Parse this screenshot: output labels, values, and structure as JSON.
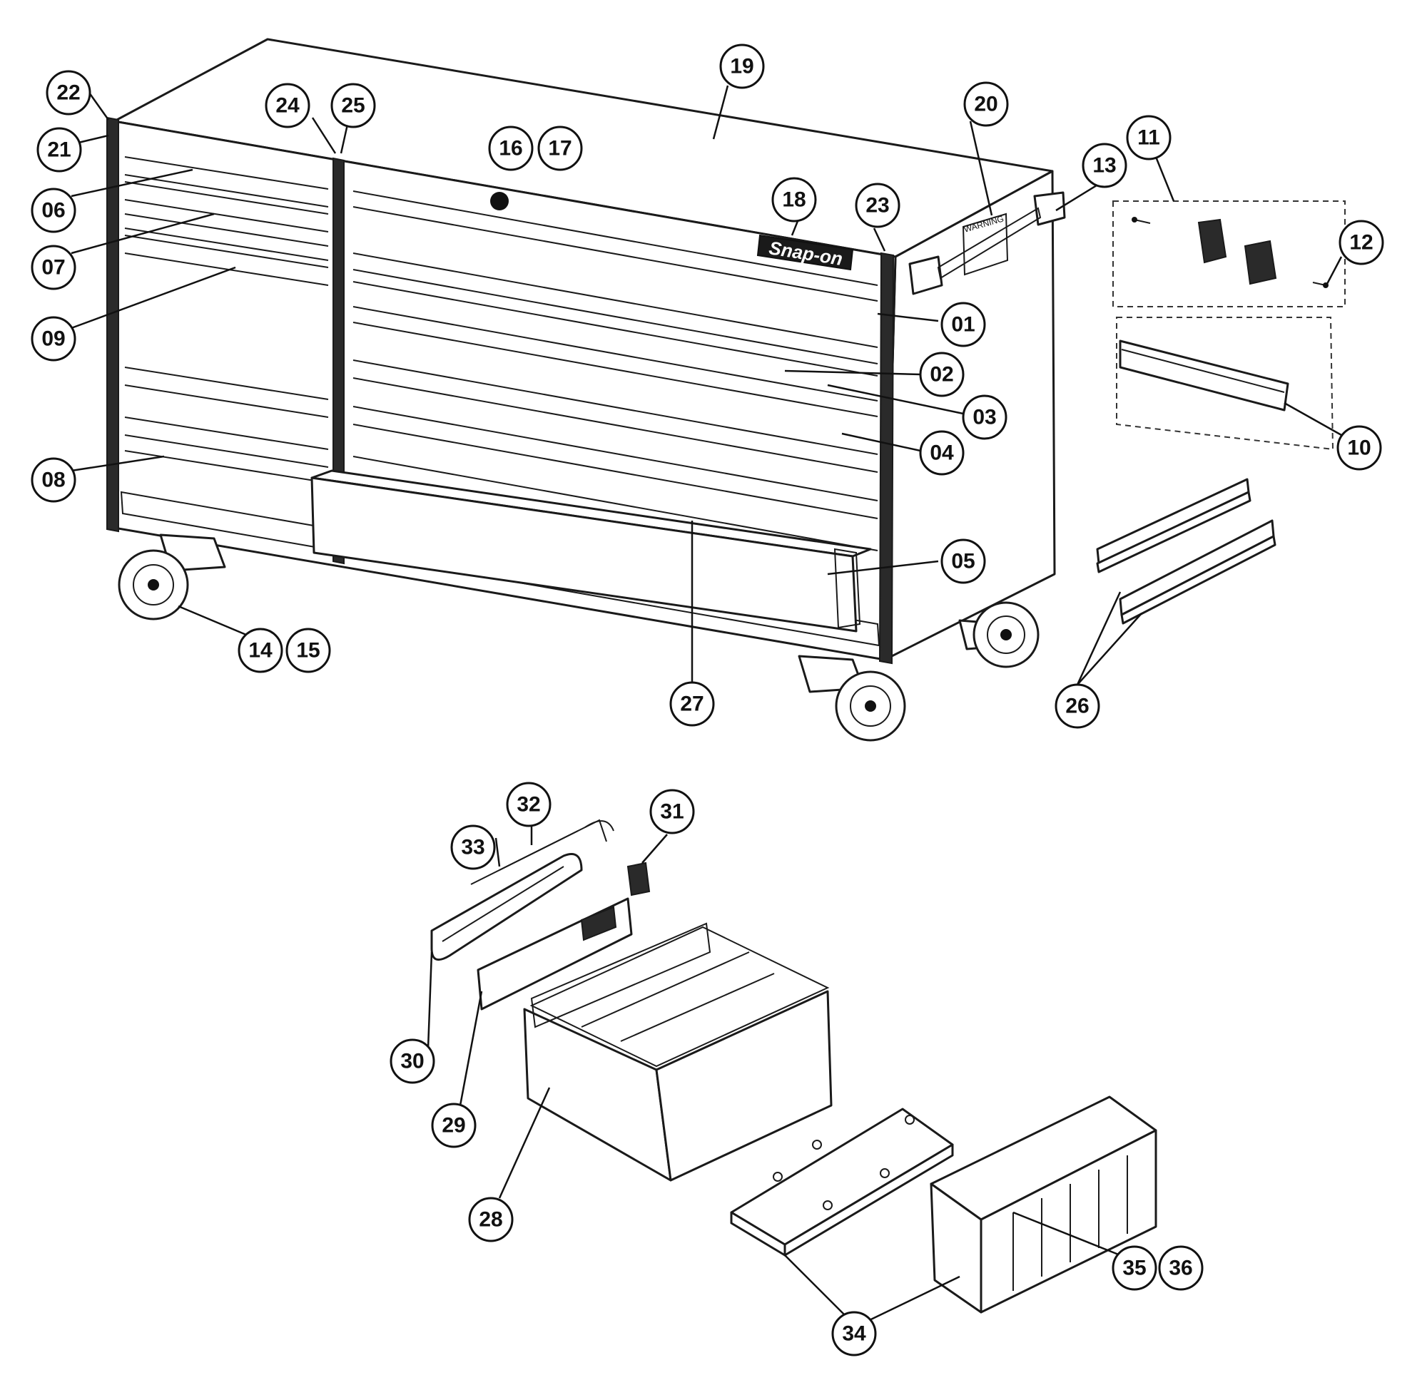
{
  "diagram": {
    "callouts": [
      "01",
      "02",
      "03",
      "04",
      "05",
      "06",
      "07",
      "08",
      "09",
      "10",
      "11",
      "12",
      "13",
      "14",
      "15",
      "16",
      "17",
      "18",
      "19",
      "20",
      "21",
      "22",
      "23",
      "24",
      "25",
      "26",
      "27",
      "28",
      "29",
      "30",
      "31",
      "32",
      "33",
      "34",
      "35",
      "36"
    ],
    "logo_text": "Snap-on",
    "warning_label": "WARNING"
  }
}
